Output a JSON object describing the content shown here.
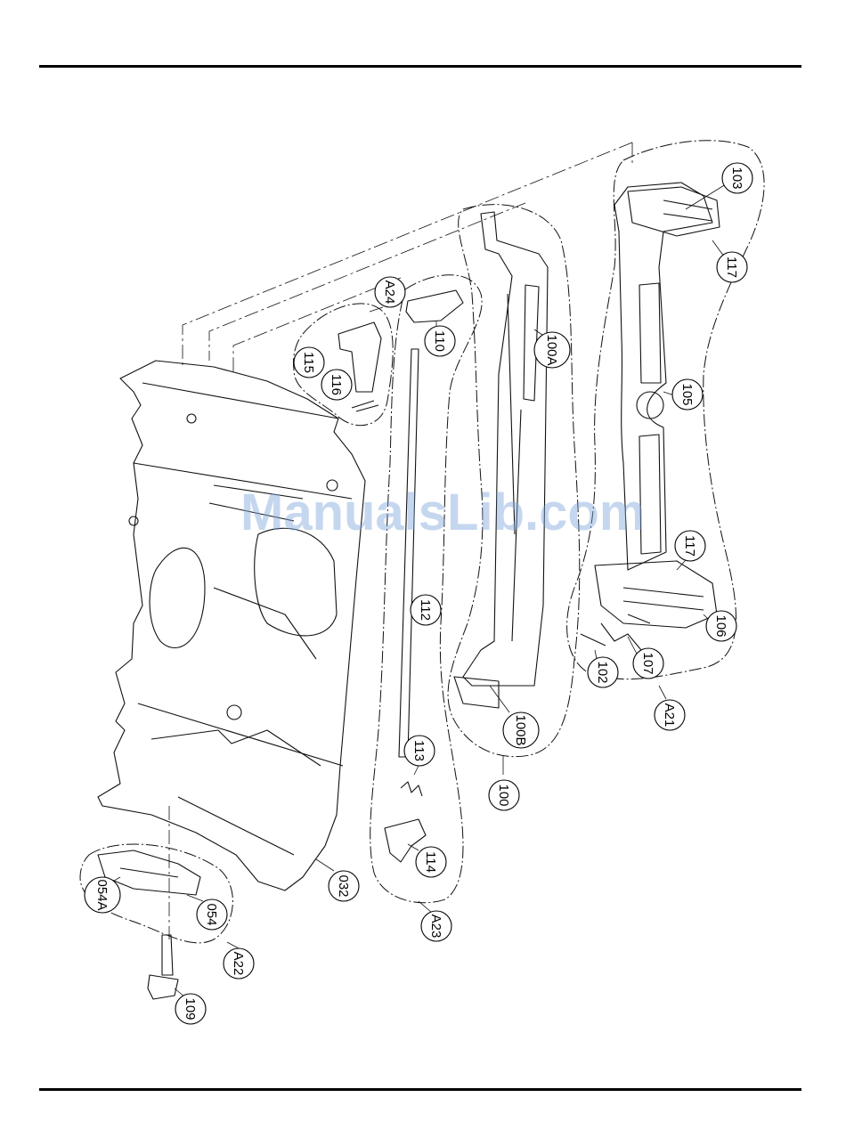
{
  "watermark": "ManualsLib.com",
  "callouts": [
    {
      "id": "c103",
      "label": "103"
    },
    {
      "id": "c117a",
      "label": "117"
    },
    {
      "id": "c105",
      "label": "105"
    },
    {
      "id": "c117b",
      "label": "117"
    },
    {
      "id": "c106",
      "label": "106"
    },
    {
      "id": "c107",
      "label": "107"
    },
    {
      "id": "c102",
      "label": "102"
    },
    {
      "id": "cA21",
      "label": "A21"
    },
    {
      "id": "c100A",
      "label": "100A"
    },
    {
      "id": "c100B",
      "label": "100B"
    },
    {
      "id": "c100",
      "label": "100"
    },
    {
      "id": "cA24",
      "label": "A24"
    },
    {
      "id": "c115",
      "label": "115"
    },
    {
      "id": "c116",
      "label": "116"
    },
    {
      "id": "c110",
      "label": "110"
    },
    {
      "id": "c112",
      "label": "112"
    },
    {
      "id": "c113",
      "label": "113"
    },
    {
      "id": "c114",
      "label": "114"
    },
    {
      "id": "cA23",
      "label": "A23"
    },
    {
      "id": "c032",
      "label": "032"
    },
    {
      "id": "c054A",
      "label": "054A"
    },
    {
      "id": "c054",
      "label": "054"
    },
    {
      "id": "cA22",
      "label": "A22"
    },
    {
      "id": "c109",
      "label": "109"
    }
  ]
}
